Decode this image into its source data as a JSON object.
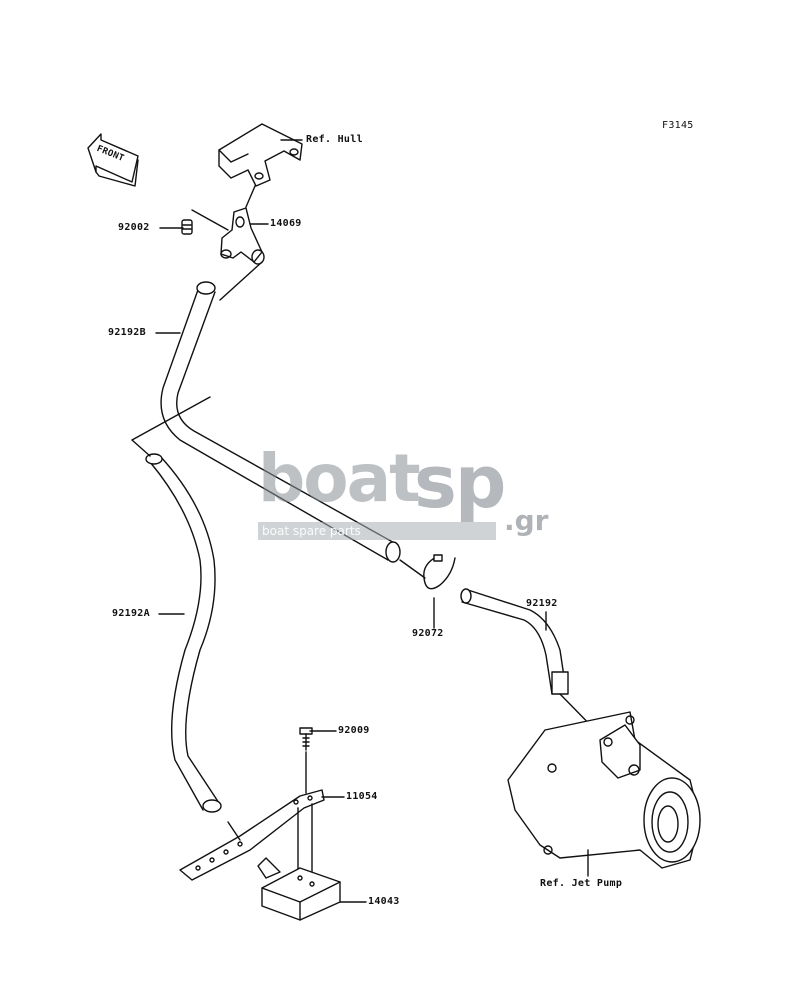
{
  "figure_code": "F3145",
  "front_label": "FRONT",
  "watermark": {
    "word_left": "boat",
    "word_right": "sp",
    "suffix": ".gr",
    "tagline": "boat spare parts"
  },
  "parts": [
    {
      "id": "ref-hull",
      "label": "Ref. Hull"
    },
    {
      "id": "14069",
      "label": "14069"
    },
    {
      "id": "92002",
      "label": "92002"
    },
    {
      "id": "92192B",
      "label": "92192B"
    },
    {
      "id": "92192A",
      "label": "92192A"
    },
    {
      "id": "92072",
      "label": "92072"
    },
    {
      "id": "92192",
      "label": "92192"
    },
    {
      "id": "92009",
      "label": "92009"
    },
    {
      "id": "11054",
      "label": "11054"
    },
    {
      "id": "14043",
      "label": "14043"
    },
    {
      "id": "ref-jet-pump",
      "label": "Ref. Jet Pump"
    }
  ],
  "colors": {
    "line": "#111111",
    "watermark": "#8a8f94",
    "watermark_band": "#a9aeb5"
  }
}
